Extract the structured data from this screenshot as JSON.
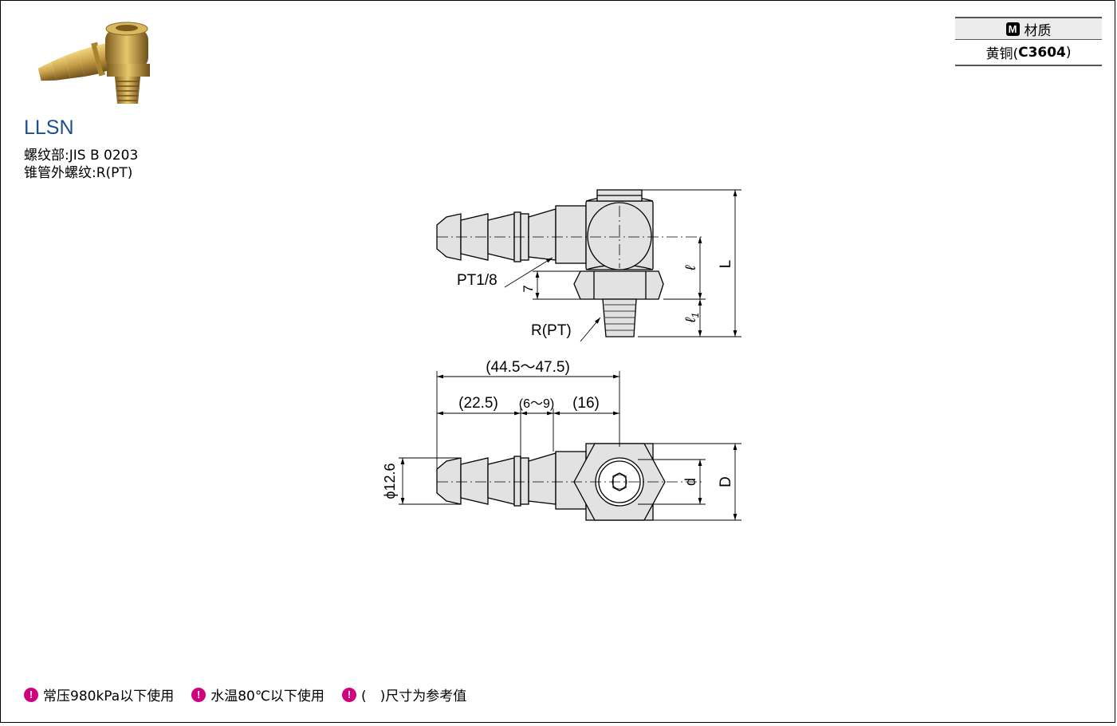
{
  "product": {
    "model": "LLSN",
    "thread_spec": "螺纹部:JIS B 0203",
    "taper_spec": "锥管外螺纹:R(PT)"
  },
  "material": {
    "badge": "M",
    "header": "材质",
    "value_prefix": "黄铜(",
    "value_code": "C3604",
    "value_suffix": ")"
  },
  "side_view": {
    "pt_label": "PT1/8",
    "r_label": "R(PT)",
    "dim_7": "7",
    "dim_l": "ℓ",
    "dim_l1": "ℓ",
    "dim_l1_sub": "1",
    "dim_L": "L"
  },
  "top_view": {
    "overall": "(44.5～47.5)",
    "seg1": "(22.5)",
    "seg2": "(6～9)",
    "seg3": "(16)",
    "dia": "ϕ12.6",
    "dim_d": "d",
    "dim_D": "D"
  },
  "notes": [
    {
      "icon": "!",
      "text": "常压980kPa以下使用"
    },
    {
      "icon": "!",
      "text": "水温80℃以下使用"
    },
    {
      "icon": "!",
      "text": "(　)尺寸为参考值"
    }
  ],
  "colors": {
    "model": "#1d4e8e",
    "warning": "#d1007c",
    "brass": "#c9a04a"
  }
}
